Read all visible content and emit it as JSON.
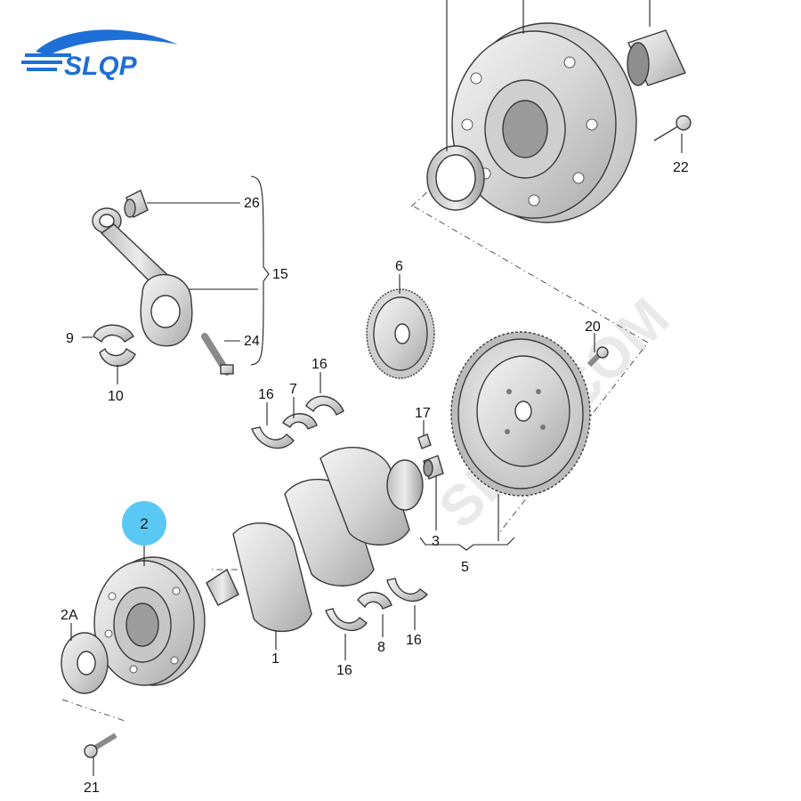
{
  "brand": {
    "text": "SLQP",
    "color": "#1e6fd6"
  },
  "watermark": "SLQP.COM",
  "highlight": {
    "label": "2",
    "color": "#5ac8f5"
  },
  "callouts": {
    "c1": "1",
    "c2a": "2A",
    "c3": "3",
    "c5": "5",
    "c6": "6",
    "c7": "7",
    "c8": "8",
    "c9": "9",
    "c10": "10",
    "c15": "15",
    "c16a": "16",
    "c16b": "16",
    "c16c": "16",
    "c16d": "16",
    "c17": "17",
    "c20": "20",
    "c21": "21",
    "c22": "22",
    "c24": "24",
    "c26": "26"
  }
}
